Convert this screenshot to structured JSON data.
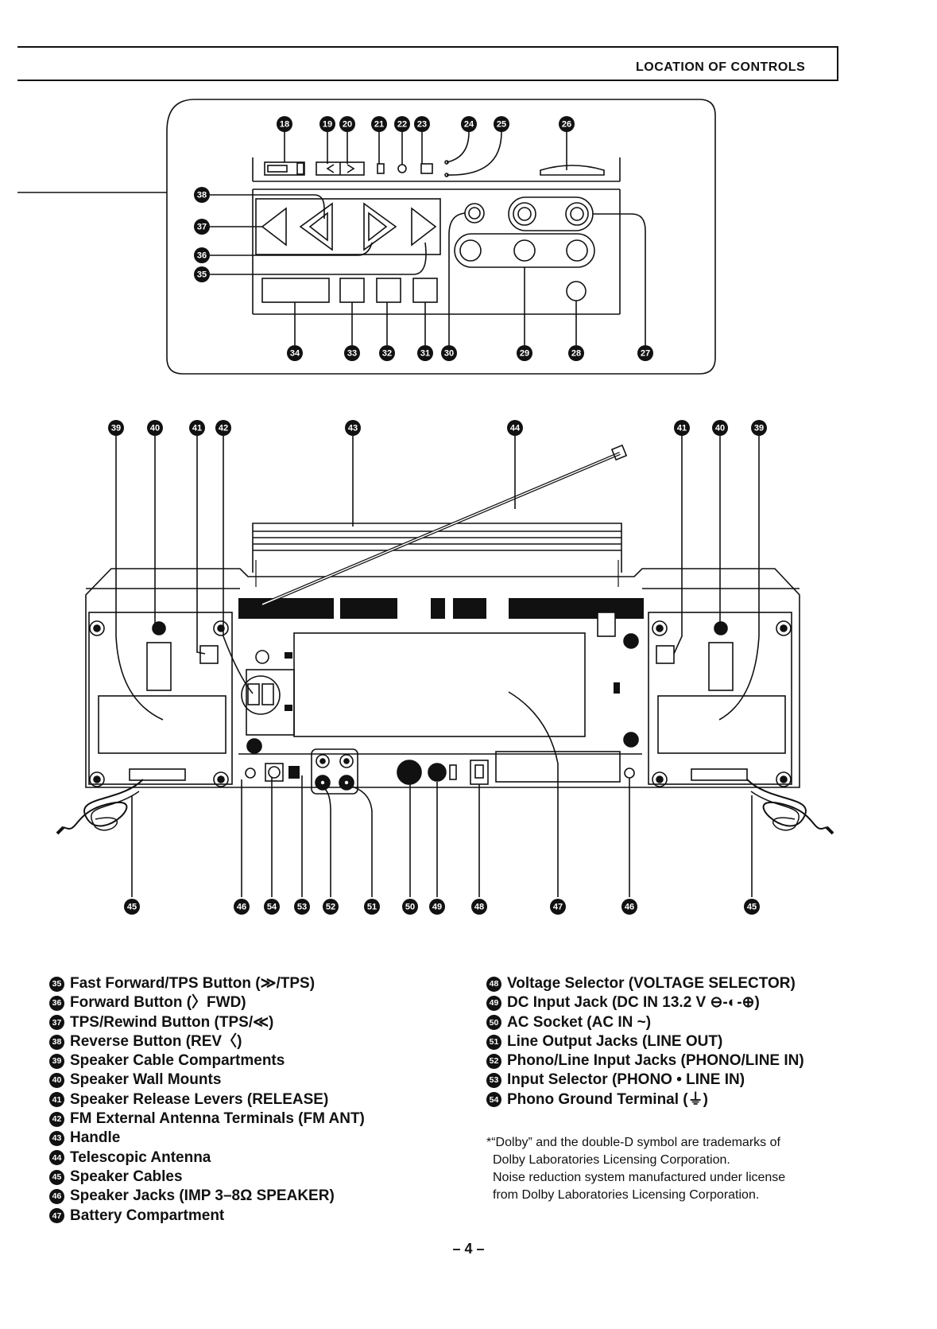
{
  "header": {
    "title": "LOCATION OF CONTROLS"
  },
  "top_callouts": [
    "18",
    "19",
    "20",
    "21",
    "22",
    "23",
    "24",
    "25",
    "26",
    "38",
    "37",
    "36",
    "35",
    "34",
    "33",
    "32",
    "31",
    "30",
    "29",
    "28",
    "27"
  ],
  "rear_top_callouts": [
    "39",
    "40",
    "41",
    "42",
    "43",
    "44",
    "41",
    "40",
    "39"
  ],
  "rear_bottom_callouts": [
    "45",
    "46",
    "54",
    "53",
    "52",
    "51",
    "50",
    "49",
    "48",
    "47",
    "46",
    "45"
  ],
  "legend_left": [
    {
      "num": "35",
      "label": "Fast Forward/TPS Button (≫/TPS)"
    },
    {
      "num": "36",
      "label": "Forward Button (〉FWD)"
    },
    {
      "num": "37",
      "label": "TPS/Rewind Button (TPS/≪)"
    },
    {
      "num": "38",
      "label": "Reverse Button (REV〈)"
    },
    {
      "num": "39",
      "label": "Speaker Cable Compartments"
    },
    {
      "num": "40",
      "label": "Speaker Wall Mounts"
    },
    {
      "num": "41",
      "label": "Speaker Release Levers (RELEASE)"
    },
    {
      "num": "42",
      "label": "FM External Antenna Terminals (FM ANT)"
    },
    {
      "num": "43",
      "label": "Handle"
    },
    {
      "num": "44",
      "label": "Telescopic Antenna"
    },
    {
      "num": "45",
      "label": "Speaker Cables"
    },
    {
      "num": "46",
      "label": "Speaker Jacks (IMP 3–8Ω SPEAKER)"
    },
    {
      "num": "47",
      "label": "Battery Compartment"
    }
  ],
  "legend_right": [
    {
      "num": "48",
      "label": "Voltage Selector (VOLTAGE SELECTOR)"
    },
    {
      "num": "49",
      "label": "DC Input Jack (DC IN 13.2 V ⊖-◐-⊕)"
    },
    {
      "num": "50",
      "label": "AC Socket (AC IN ~)"
    },
    {
      "num": "51",
      "label": "Line Output Jacks (LINE OUT)"
    },
    {
      "num": "52",
      "label": "Phono/Line Input Jacks (PHONO/LINE IN)"
    },
    {
      "num": "53",
      "label": "Input Selector (PHONO • LINE IN)"
    },
    {
      "num": "54",
      "label": "Phono Ground Terminal (⏚)"
    }
  ],
  "note": {
    "line1": "*“Dolby” and the double-D symbol are trademarks of",
    "line2": "Dolby Laboratories Licensing Corporation.",
    "line3": "Noise reduction system manufactured under license",
    "line4": "from Dolby Laboratories Licensing Corporation."
  },
  "page_number": "– 4 –"
}
